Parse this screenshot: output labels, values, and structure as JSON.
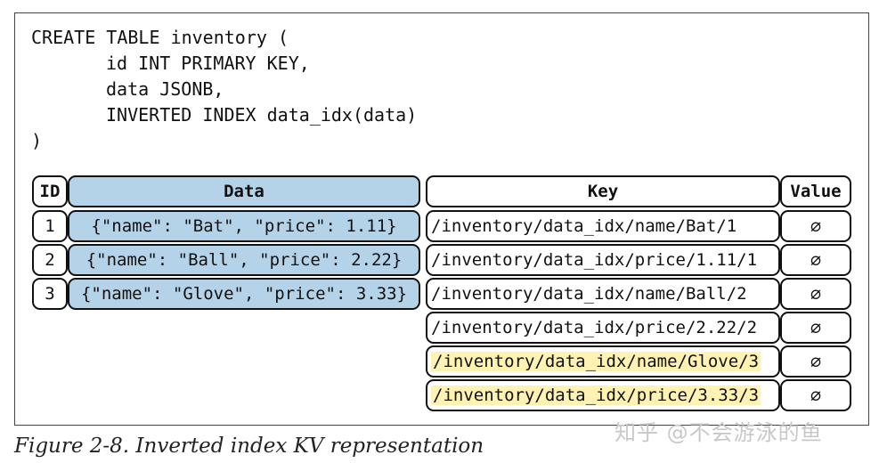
{
  "sql": {
    "line1": "CREATE TABLE inventory (",
    "line2": "id INT PRIMARY KEY,",
    "line3": "data JSONB,",
    "line4": "INVERTED INDEX data_idx(data)",
    "line5": ")"
  },
  "left_table": {
    "headers": {
      "id": "ID",
      "data": "Data"
    },
    "rows": [
      {
        "id": "1",
        "data": "{\"name\": \"Bat\", \"price\": 1.11}"
      },
      {
        "id": "2",
        "data": "{\"name\": \"Ball\", \"price\": 2.22}"
      },
      {
        "id": "3",
        "data": "{\"name\": \"Glove\", \"price\": 3.33}"
      }
    ]
  },
  "right_table": {
    "headers": {
      "key": "Key",
      "value": "Value"
    },
    "rows": [
      {
        "key": "/inventory/data_idx/name/Bat/1",
        "value": "∅",
        "highlight": false
      },
      {
        "key": "/inventory/data_idx/price/1.11/1",
        "value": "∅",
        "highlight": false
      },
      {
        "key": "/inventory/data_idx/name/Ball/2",
        "value": "∅",
        "highlight": false
      },
      {
        "key": "/inventory/data_idx/price/2.22/2",
        "value": "∅",
        "highlight": false
      },
      {
        "key": "/inventory/data_idx/name/Glove/3",
        "value": "∅",
        "highlight": true
      },
      {
        "key": "/inventory/data_idx/price/3.33/3",
        "value": "∅",
        "highlight": true
      }
    ],
    "highlight_color": "#fff2b3"
  },
  "colors": {
    "data_fill": "#b4d3e8",
    "border": "#111111"
  },
  "caption": "Figure 2-8. Inverted index KV representation",
  "watermark": "知乎 @不会游泳的鱼"
}
